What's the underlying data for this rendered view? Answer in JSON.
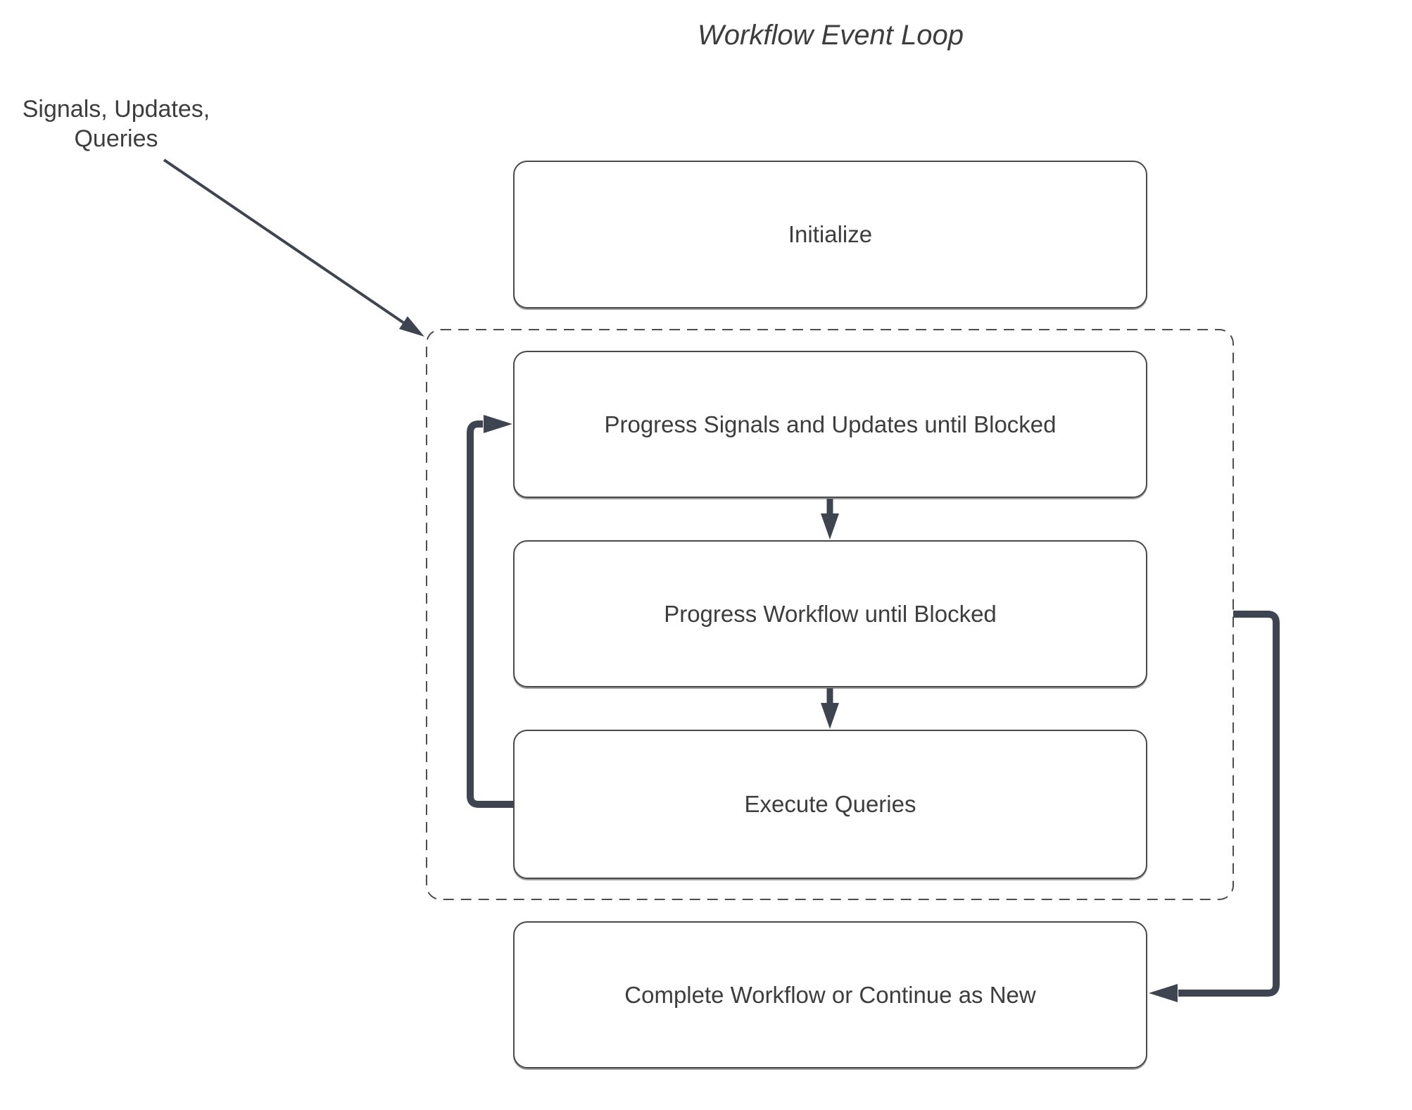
{
  "title": "Workflow Event Loop",
  "annotation": {
    "label": "Signals, Updates,\nQueries"
  },
  "nodes": {
    "initialize": {
      "label": "Initialize"
    },
    "progress_signals": {
      "label": "Progress Signals and Updates until Blocked"
    },
    "progress_workflow": {
      "label": "Progress Workflow until Blocked"
    },
    "execute_queries": {
      "label": "Execute Queries"
    },
    "complete_workflow": {
      "label": "Complete Workflow or Continue as New"
    }
  },
  "colors": {
    "connector": "#3e4450",
    "box_border": "#4a4a4a",
    "dashed_border": "#4d4d4d",
    "text": "#3d3d3d",
    "background": "#ffffff"
  }
}
